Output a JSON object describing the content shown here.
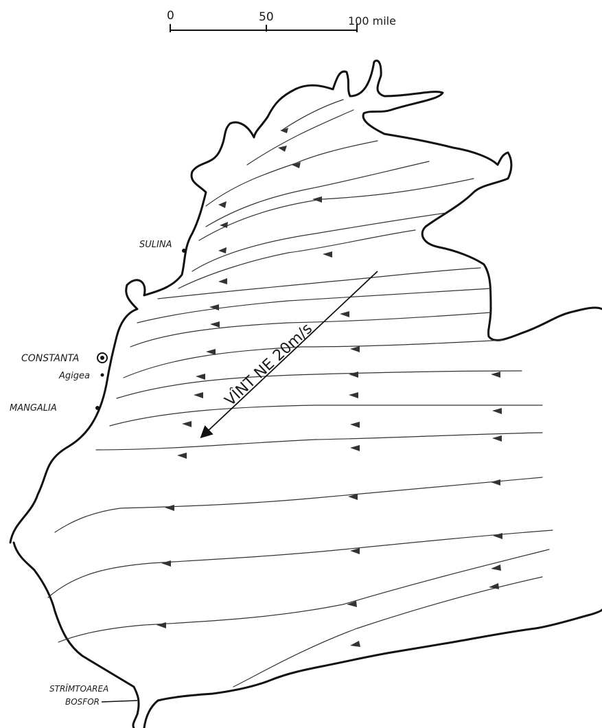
{
  "map": {
    "scale_bar": {
      "ticks": [
        "0",
        "50",
        "100 mile"
      ]
    },
    "places": [
      {
        "key": "sulina",
        "label": "SULINA"
      },
      {
        "key": "constanta",
        "label": "CONSTANTA"
      },
      {
        "key": "agigea",
        "label": "Agigea"
      },
      {
        "key": "mangalia",
        "label": "MANGALIA"
      }
    ],
    "strait_label": [
      "STRÎMTOAREA",
      "BOSFOR"
    ],
    "wind_label": "VÎNT NE 20m/s",
    "colors": {
      "ink": "#111111",
      "flow": "#333333",
      "background": "#ffffff"
    }
  }
}
